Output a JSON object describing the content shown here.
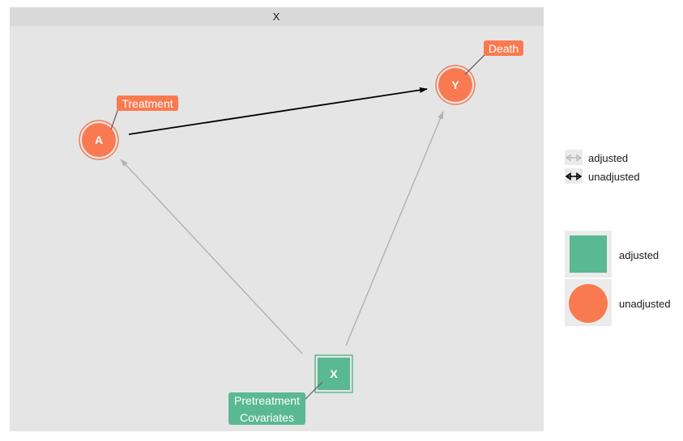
{
  "facet": {
    "title": "X"
  },
  "colors": {
    "panel_bg": "#e5e5e5",
    "strip_bg": "#d9d9d9",
    "adjusted": "#5ab993",
    "unadjusted": "#f97a50",
    "edge_adjusted": "#b3b3b3",
    "edge_unadjusted": "#000000",
    "legend_key_bg": "#ebebeb",
    "label_text": "#ffffff"
  },
  "nodes": [
    {
      "id": "A",
      "name": "A",
      "label": "Treatment",
      "status": "unadjusted",
      "shape": "circle"
    },
    {
      "id": "Y",
      "name": "Y",
      "label": "Death",
      "status": "unadjusted",
      "shape": "circle"
    },
    {
      "id": "X",
      "name": "X",
      "label": "Pretreatment\nCovariates",
      "status": "adjusted",
      "shape": "square"
    }
  ],
  "edges": [
    {
      "from": "A",
      "to": "Y",
      "status": "unadjusted"
    },
    {
      "from": "X",
      "to": "A",
      "status": "adjusted"
    },
    {
      "from": "X",
      "to": "Y",
      "status": "adjusted"
    }
  ],
  "legend": {
    "edges": [
      {
        "label": "adjusted",
        "status": "adjusted"
      },
      {
        "label": "unadjusted",
        "status": "unadjusted"
      }
    ],
    "nodes": [
      {
        "label": "adjusted",
        "status": "adjusted",
        "shape": "square"
      },
      {
        "label": "unadjusted",
        "status": "unadjusted",
        "shape": "circle"
      }
    ]
  }
}
